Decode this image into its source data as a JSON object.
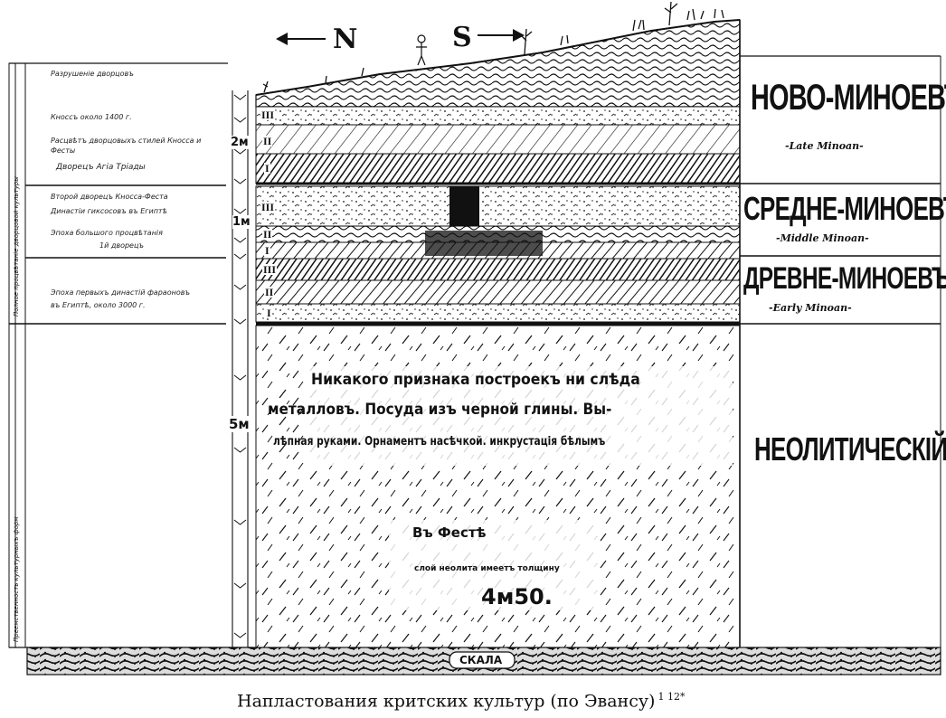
{
  "caption": "Напластования критских культур (по Эвансу)",
  "caption_note": "1 12*",
  "directions": {
    "north": "N",
    "south": "S"
  },
  "periods": {
    "late": {
      "title": "НОВО-МИНОЕВЪ",
      "english": "-Late Minoan-"
    },
    "middle": {
      "title": "СРЕДНЕ-МИНОЕВЪ",
      "english": "-Middle Minoan-"
    },
    "early": {
      "title": "ДРЕВНЕ-МИНОЕВЪ",
      "english": "-Early Minoan-"
    },
    "neolithic": {
      "title": "НЕОЛИТИЧЕСКІЙ"
    }
  },
  "layer_numerals": {
    "late": [
      "III",
      "II",
      "I"
    ],
    "middle": [
      "III",
      "II",
      "I"
    ],
    "early": [
      "III",
      "II",
      "I"
    ]
  },
  "neolithic_text": {
    "line1": "Никакого признака построекъ ни слѣда",
    "line2": "металловъ. Посуда изъ черной глины. Вы-",
    "line3": "лѣпная руками. Орнаментъ насѣчкой. инкрустація бѣлымъ"
  },
  "phaistos": {
    "label": "Въ Фестѣ",
    "line2": "слой неолита имеетъ толщину",
    "depth": "4м50."
  },
  "scale_marks": {
    "upper": "2м",
    "middle": "1м",
    "lower": "5м"
  },
  "rock_label": "СКАЛА",
  "left_notes": {
    "late": [
      "Разрушеніе дворцовъ",
      "Кноссъ около 1400 г.",
      "Расцвѣтъ дворцовыхъ стилей Кносса и Фесты",
      "Дворецъ Агіа Тріады"
    ],
    "middle": [
      "Второй дворецъ Кносса-Феста",
      "Династіи гиксосовъ въ Египтѣ",
      "Эпоха большого процвѣтанія",
      "1й дворецъ"
    ],
    "early": [
      "Эпоха первыхъ династій фараоновъ",
      "въ Египтѣ, около 3000 г."
    ]
  },
  "vertical_notes": {
    "left_upper": "Полное процвѣтаніе дворцовой культуры",
    "left_lower": "Преемственность культурныхъ форм"
  }
}
